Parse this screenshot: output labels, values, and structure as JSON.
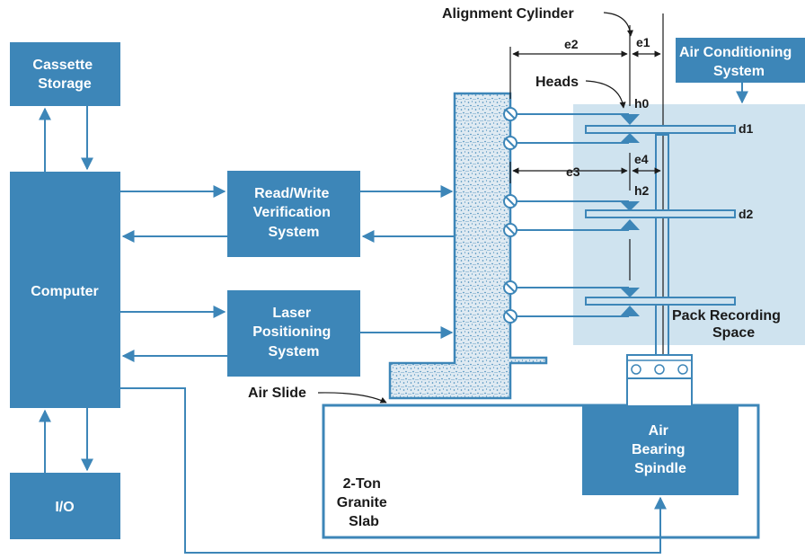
{
  "colors": {
    "box": "#3d86b8",
    "line": "#3d86b8",
    "recording_space": "#cfe3ef",
    "text_dark": "#1a1a1a",
    "text_light": "#ffffff"
  },
  "boxes": {
    "cassette": [
      "Cassette",
      "Storage"
    ],
    "computer": [
      "Computer"
    ],
    "io": [
      "I/O"
    ],
    "rw": [
      "Read/Write",
      "Verification",
      "System"
    ],
    "laser": [
      "Laser",
      "Positioning",
      "System"
    ],
    "aircond": [
      "Air Conditioning",
      "System"
    ],
    "spindle": [
      "Air",
      "Bearing",
      "Spindle"
    ]
  },
  "labels": {
    "alignment_cylinder": "Alignment Cylinder",
    "heads": "Heads",
    "air_slide": "Air Slide",
    "granite": [
      "2-Ton",
      "Granite",
      "Slab"
    ],
    "pack": [
      "Pack Recording",
      "Space"
    ],
    "e1": "e1",
    "e2": "e2",
    "e3": "e3",
    "e4": "e4",
    "h0": "h0",
    "h2": "h2",
    "d1": "d1",
    "d2": "d2"
  }
}
